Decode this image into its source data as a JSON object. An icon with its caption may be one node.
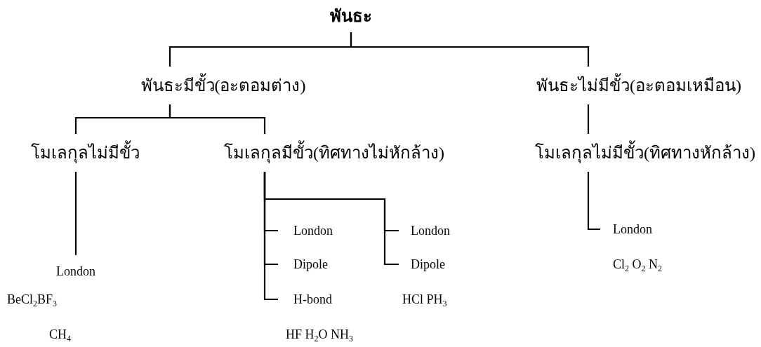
{
  "diagram": {
    "nodes": [
      {
        "text": [
          "พันธะ"
        ]
      },
      {
        "text": [
          "พันธะมีขั้ว(อะตอมต่าง)"
        ]
      },
      {
        "text": [
          "พันธะไม่มีขั้ว(อะตอมเหมือน)"
        ]
      },
      {
        "text": [
          "โมเลกุลไม่มีขั้ว"
        ]
      },
      {
        "text": [
          "โมเลกุลมีขั้ว(ทิศทางไม่หักล้าง)"
        ]
      },
      {
        "text": [
          "โมเลกุลไม่มีขั้ว(ทิศทางหักล้าง)"
        ]
      },
      {
        "text": [
          "London"
        ]
      },
      {
        "text": [
          "London"
        ]
      },
      {
        "text": [
          "Dipole"
        ]
      },
      {
        "text": [
          "H-bond"
        ]
      },
      {
        "text": [
          "London"
        ]
      },
      {
        "text": [
          "Dipole"
        ]
      },
      {
        "text": [
          "London"
        ]
      }
    ],
    "edges": [
      {
        "from": 0,
        "to": 1,
        "arrow": "none"
      },
      {
        "from": 0,
        "to": 2,
        "arrow": "none"
      },
      {
        "from": 1,
        "to": 3,
        "arrow": "none"
      },
      {
        "from": 1,
        "to": 4,
        "arrow": "none"
      },
      {
        "from": 3,
        "to": 6,
        "arrow": "none"
      },
      {
        "from": 4,
        "to": 7,
        "arrow": "none"
      },
      {
        "from": 4,
        "to": 8,
        "arrow": "none"
      },
      {
        "from": 4,
        "to": 9,
        "arrow": "none"
      },
      {
        "from": 4,
        "to": 10,
        "arrow": "none"
      },
      {
        "from": 4,
        "to": 11,
        "arrow": "none"
      },
      {
        "from": 2,
        "to": 5,
        "arrow": "none"
      },
      {
        "from": 5,
        "to": 12,
        "arrow": "none"
      }
    ],
    "labels": [
      "Cl$_{2}$ O$_{2}$ N$_{2}$",
      "BeCl$_{2}$BF$_{3}$",
      "HCl PH$_{3}$",
      "CH$_{4}$",
      "HF H$_{2}$O NH$_{3}$"
    ]
  }
}
